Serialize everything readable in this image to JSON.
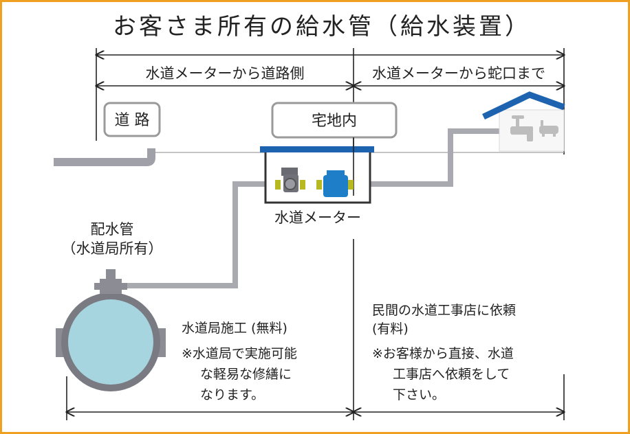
{
  "title": "お客さま所有の給水管（給水装置）",
  "ranges": {
    "road_side": "水道メーターから道路側",
    "faucet_side": "水道メーターから蛇口まで"
  },
  "areas": {
    "road": "道 路",
    "premises": "宅地内"
  },
  "meter_label": "水道メーター",
  "main_pipe": {
    "line1": "配水管",
    "line2": "（水道局所有）"
  },
  "left_note": {
    "heading": "水道局施工 (無料)",
    "body": [
      "※水道局で実施可能",
      "な軽易な修繕に",
      "なります。"
    ]
  },
  "right_note": {
    "heading": [
      "民間の水道工事店に依頼",
      "(有料)"
    ],
    "body": [
      "※お客様から直接、水道",
      "工事店へ依頼をして",
      "下さい。"
    ]
  },
  "colors": {
    "frame": "#f0a020",
    "pipe": "#a9a9b0",
    "meter_box_lid": "#1e63b0",
    "meter": "#1e7ec8",
    "main_pipe_fill": "#a6d4df",
    "house_roof": "#1e63b0"
  }
}
